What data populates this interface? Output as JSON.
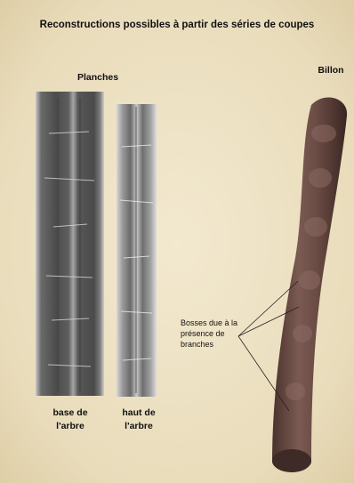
{
  "title": "Reconstructions possibles à partir des séries de coupes",
  "labels": {
    "planches": "Planches",
    "billon": "Billon"
  },
  "captions": {
    "base": {
      "line1": "base de",
      "line2": "l'arbre"
    },
    "haut": {
      "line1": "haut de",
      "line2": "l'arbre"
    }
  },
  "annotation": {
    "line1": "Bosses due à la",
    "line2": "présence de",
    "line3": "branches"
  },
  "colors": {
    "background": "#ece0c2",
    "plank_dark": "#5a5a5a",
    "plank_light": "#b4b4b4",
    "log_body": "#6b4d45",
    "log_shadow": "#3e2a26"
  }
}
